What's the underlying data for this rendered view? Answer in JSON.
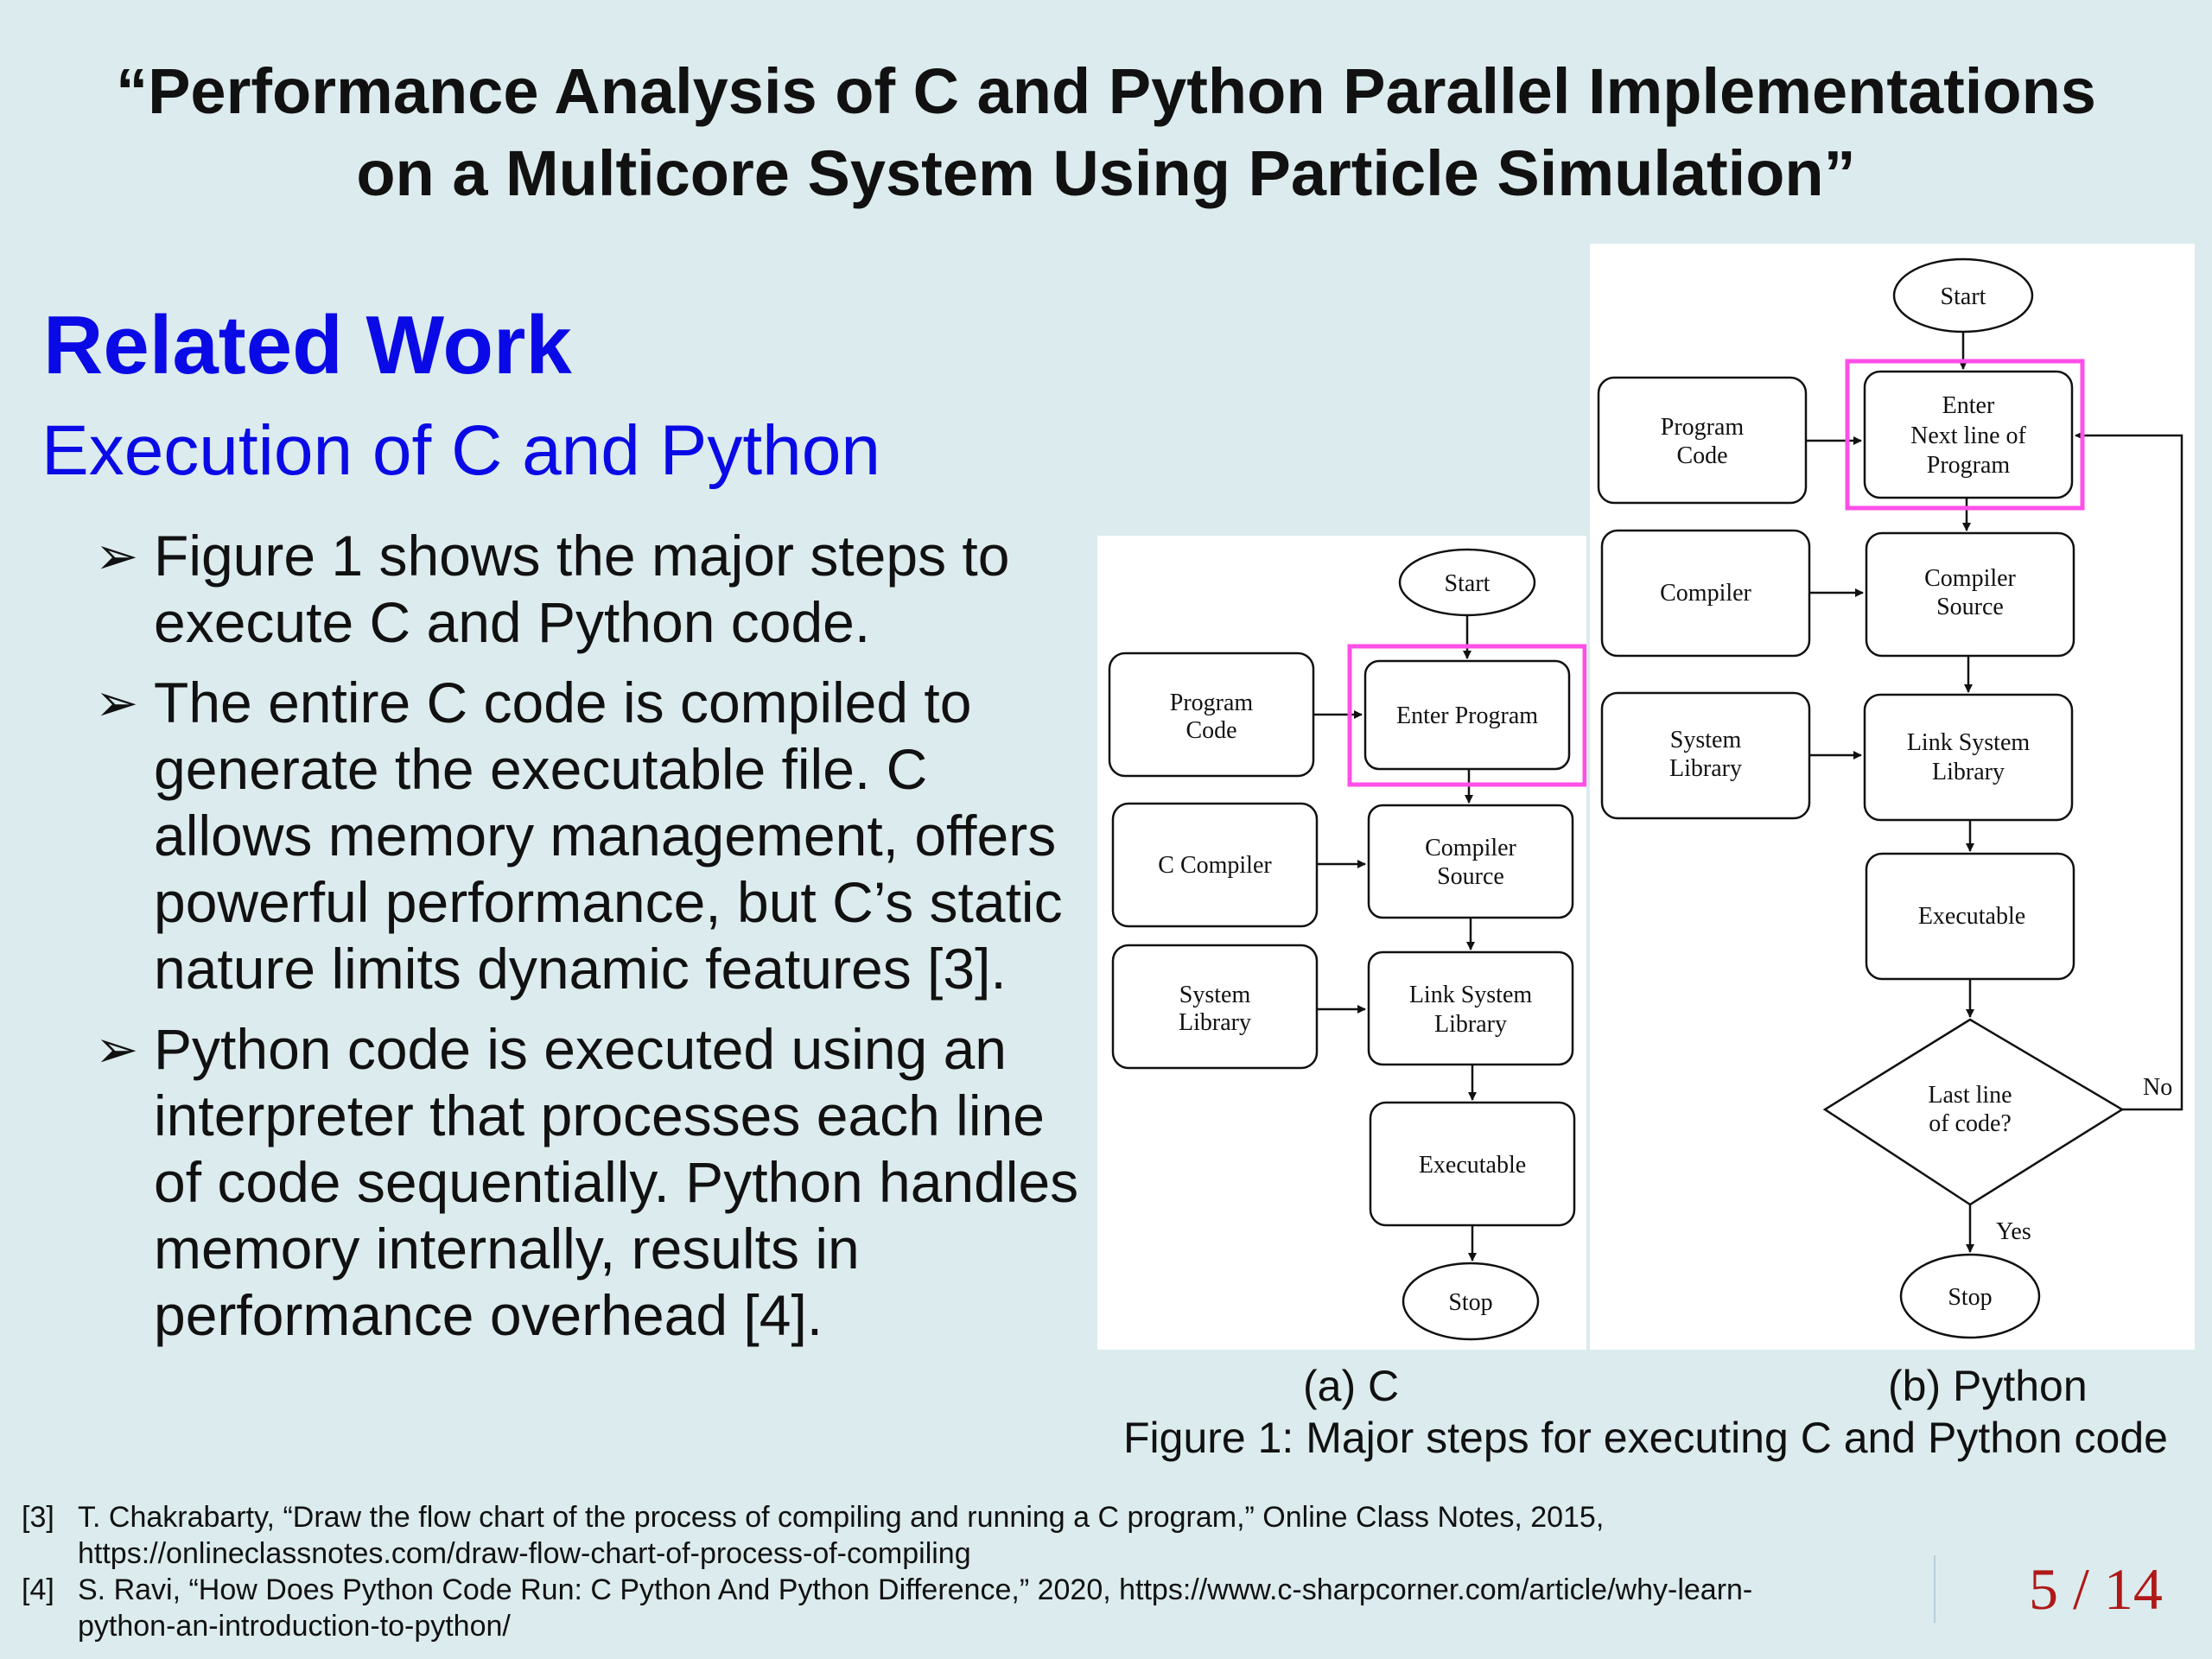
{
  "slide": {
    "title_line1": "“Performance Analysis of C and Python Parallel Implementations",
    "title_line2": "on a Multicore System Using Particle Simulation”",
    "heading": "Related Work",
    "subheading": "Execution of C and Python",
    "bullet_glyph": "➢",
    "bullets": [
      "Figure 1 shows the major steps to execute C and Python code.",
      "The entire C code is compiled to generate the executable file. C allows memory management, offers powerful performance, but C’s static nature limits dynamic features [3].",
      "Python code is executed using an interpreter that processes each line of code sequentially. Python handles memory internally, results in performance overhead [4]."
    ],
    "page_number": "5 / 14"
  },
  "figure": {
    "caption_a": "(a) C",
    "caption_b": "(b) Python",
    "caption": "Figure 1: Major steps for executing C and Python code",
    "highlight_color": "#ff4fe8",
    "c_flow": {
      "start": "Start",
      "program_code": [
        "Program",
        "Code"
      ],
      "enter_program": "Enter Program",
      "c_compiler": "C Compiler",
      "compiler_source": [
        "Compiler",
        "Source"
      ],
      "system_library": [
        "System",
        "Library"
      ],
      "link_system_library": [
        "Link System",
        "Library"
      ],
      "executable": "Executable",
      "stop": "Stop"
    },
    "python_flow": {
      "start": "Start",
      "program_code": [
        "Program",
        "Code"
      ],
      "enter_next_line": [
        "Enter",
        "Next line of",
        "Program"
      ],
      "compiler": "Compiler",
      "compiler_source": [
        "Compiler",
        "Source"
      ],
      "system_library": [
        "System",
        "Library"
      ],
      "link_system_library": [
        "Link System",
        "Library"
      ],
      "executable": "Executable",
      "decision": [
        "Last line",
        "of code?"
      ],
      "no_label": "No",
      "yes_label": "Yes",
      "stop": "Stop"
    }
  },
  "references": [
    {
      "num": "[3]",
      "line1": "T. Chakrabarty, “Draw the flow chart of the process of compiling and running a C program,” Online Class Notes, 2015,",
      "line2": "https://onlineclassnotes.com/draw-flow-chart-of-process-of-compiling"
    },
    {
      "num": "[4]",
      "line1": "S. Ravi, “How Does Python Code Run: C Python And Python Difference,” 2020, https://www.c-sharpcorner.com/article/why-learn-",
      "line2": "python-an-introduction-to-python/"
    }
  ]
}
